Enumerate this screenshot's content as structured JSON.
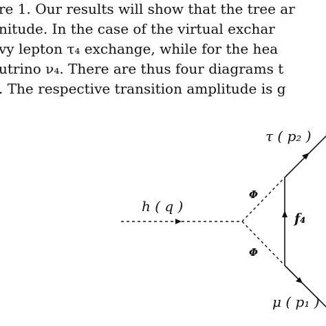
{
  "paragraph": {
    "line1": "re 1.  Our results will show that the tree ar",
    "line2": "nitude.  In the case of the virtual exchar",
    "line3": "vy lepton τ₄ exchange, while for the hea",
    "line4": "utrino ν₄.  There are thus four diagrams t",
    "line5": ".  The respective transition amplitude is g"
  },
  "diagram": {
    "higgs_label": "h ( q )",
    "phi_upper_label": "Φ",
    "phi_lower_label": "Φ",
    "fermion_label": "f₄",
    "tau_label": "τ ( p₂ )",
    "mu_label": "μ ( p₁ )"
  }
}
